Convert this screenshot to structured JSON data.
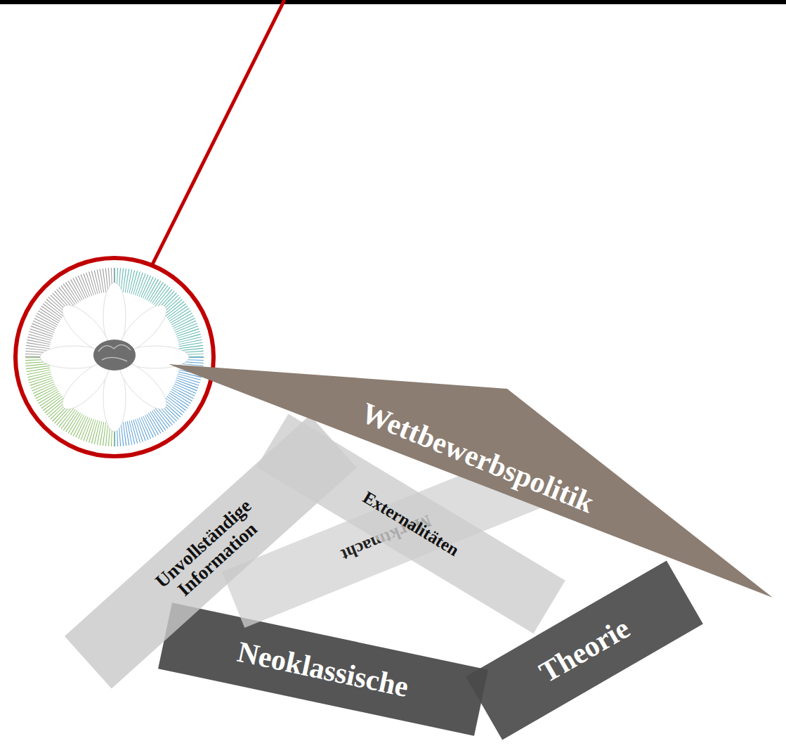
{
  "diagram": {
    "nodes": [
      {
        "text": [
          "Wettbewerbspolitik"
        ]
      },
      {
        "text": [
          "Unvollständige Information"
        ]
      },
      {
        "text": [
          "Externalitäten"
        ]
      },
      {
        "text": [
          "Marktmacht"
        ]
      },
      {
        "text": [
          "Neoklassische"
        ]
      },
      {
        "text": [
          "Theorie"
        ]
      }
    ]
  }
}
